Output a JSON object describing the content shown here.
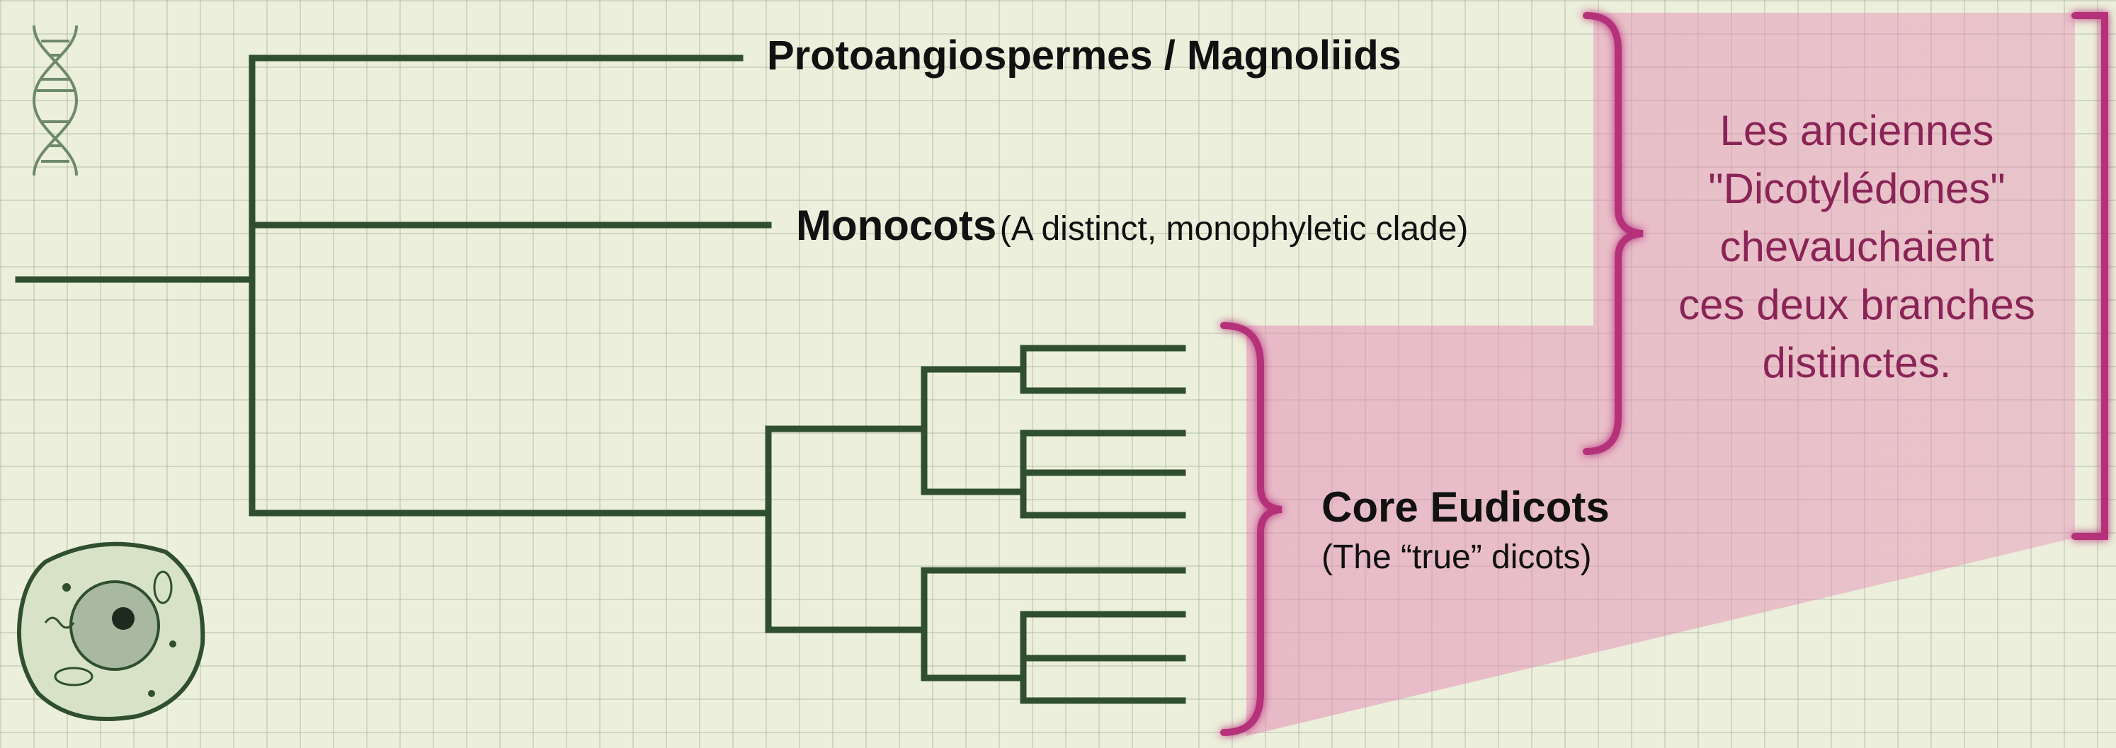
{
  "tree": {
    "taxa": {
      "protoangiospermes": "Protoangiospermes / Magnoliids",
      "monocots": "Monocots",
      "monocots_note": "(A distinct, monophyletic clade)",
      "core_eudicots": "Core Eudicots",
      "core_eudicots_note": "(The “true” dicots)"
    },
    "annotation": {
      "text": "Les anciennes\n\"Dicotylédones\"\nchevauchaient\nces deux branches\ndistinctes."
    }
  },
  "colors": {
    "branch": "#2f4f2f",
    "highlight": "#e58fb7",
    "bracket": "#b5307a",
    "annotation_text": "#8a2456",
    "background": "#ecefdb"
  },
  "icons": [
    "dna-icon",
    "plant-cell-icon"
  ]
}
